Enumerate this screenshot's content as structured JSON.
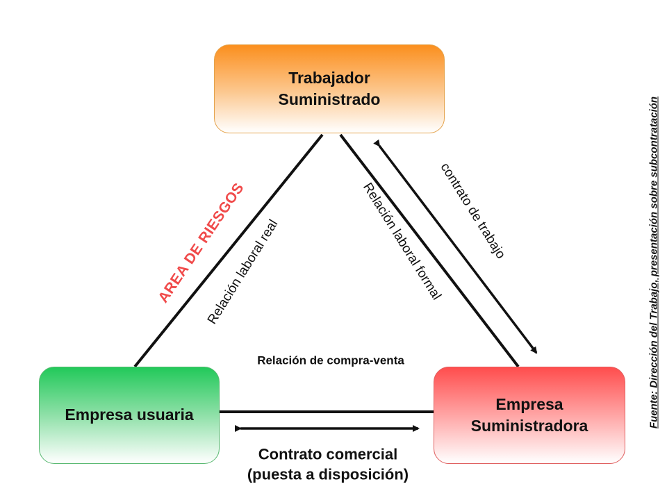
{
  "nodes": {
    "top": {
      "line1": "Trabajador",
      "line2": "Suministrado",
      "color": "#fb8f1e"
    },
    "left": {
      "line1": "Empresa usuaria",
      "color": "#22c95a"
    },
    "right": {
      "line1": "Empresa",
      "line2": "Suministradora",
      "color": "#ff4d4d"
    }
  },
  "edges": {
    "real": "Relación laboral real",
    "formal": "Relación laboral formal",
    "contrato_trabajo": "contrato de trabajo",
    "compra_venta": "Relación de compra-venta",
    "contrato_comercial_line1": "Contrato comercial",
    "contrato_comercial_line2": "(puesta a disposición)"
  },
  "area_riesgos": {
    "text": "AREA DE RIESGOS",
    "color": "#f04a4a"
  },
  "fuente": "Fuente: Dirección del Trabajo, presentación sobre subcontratación"
}
